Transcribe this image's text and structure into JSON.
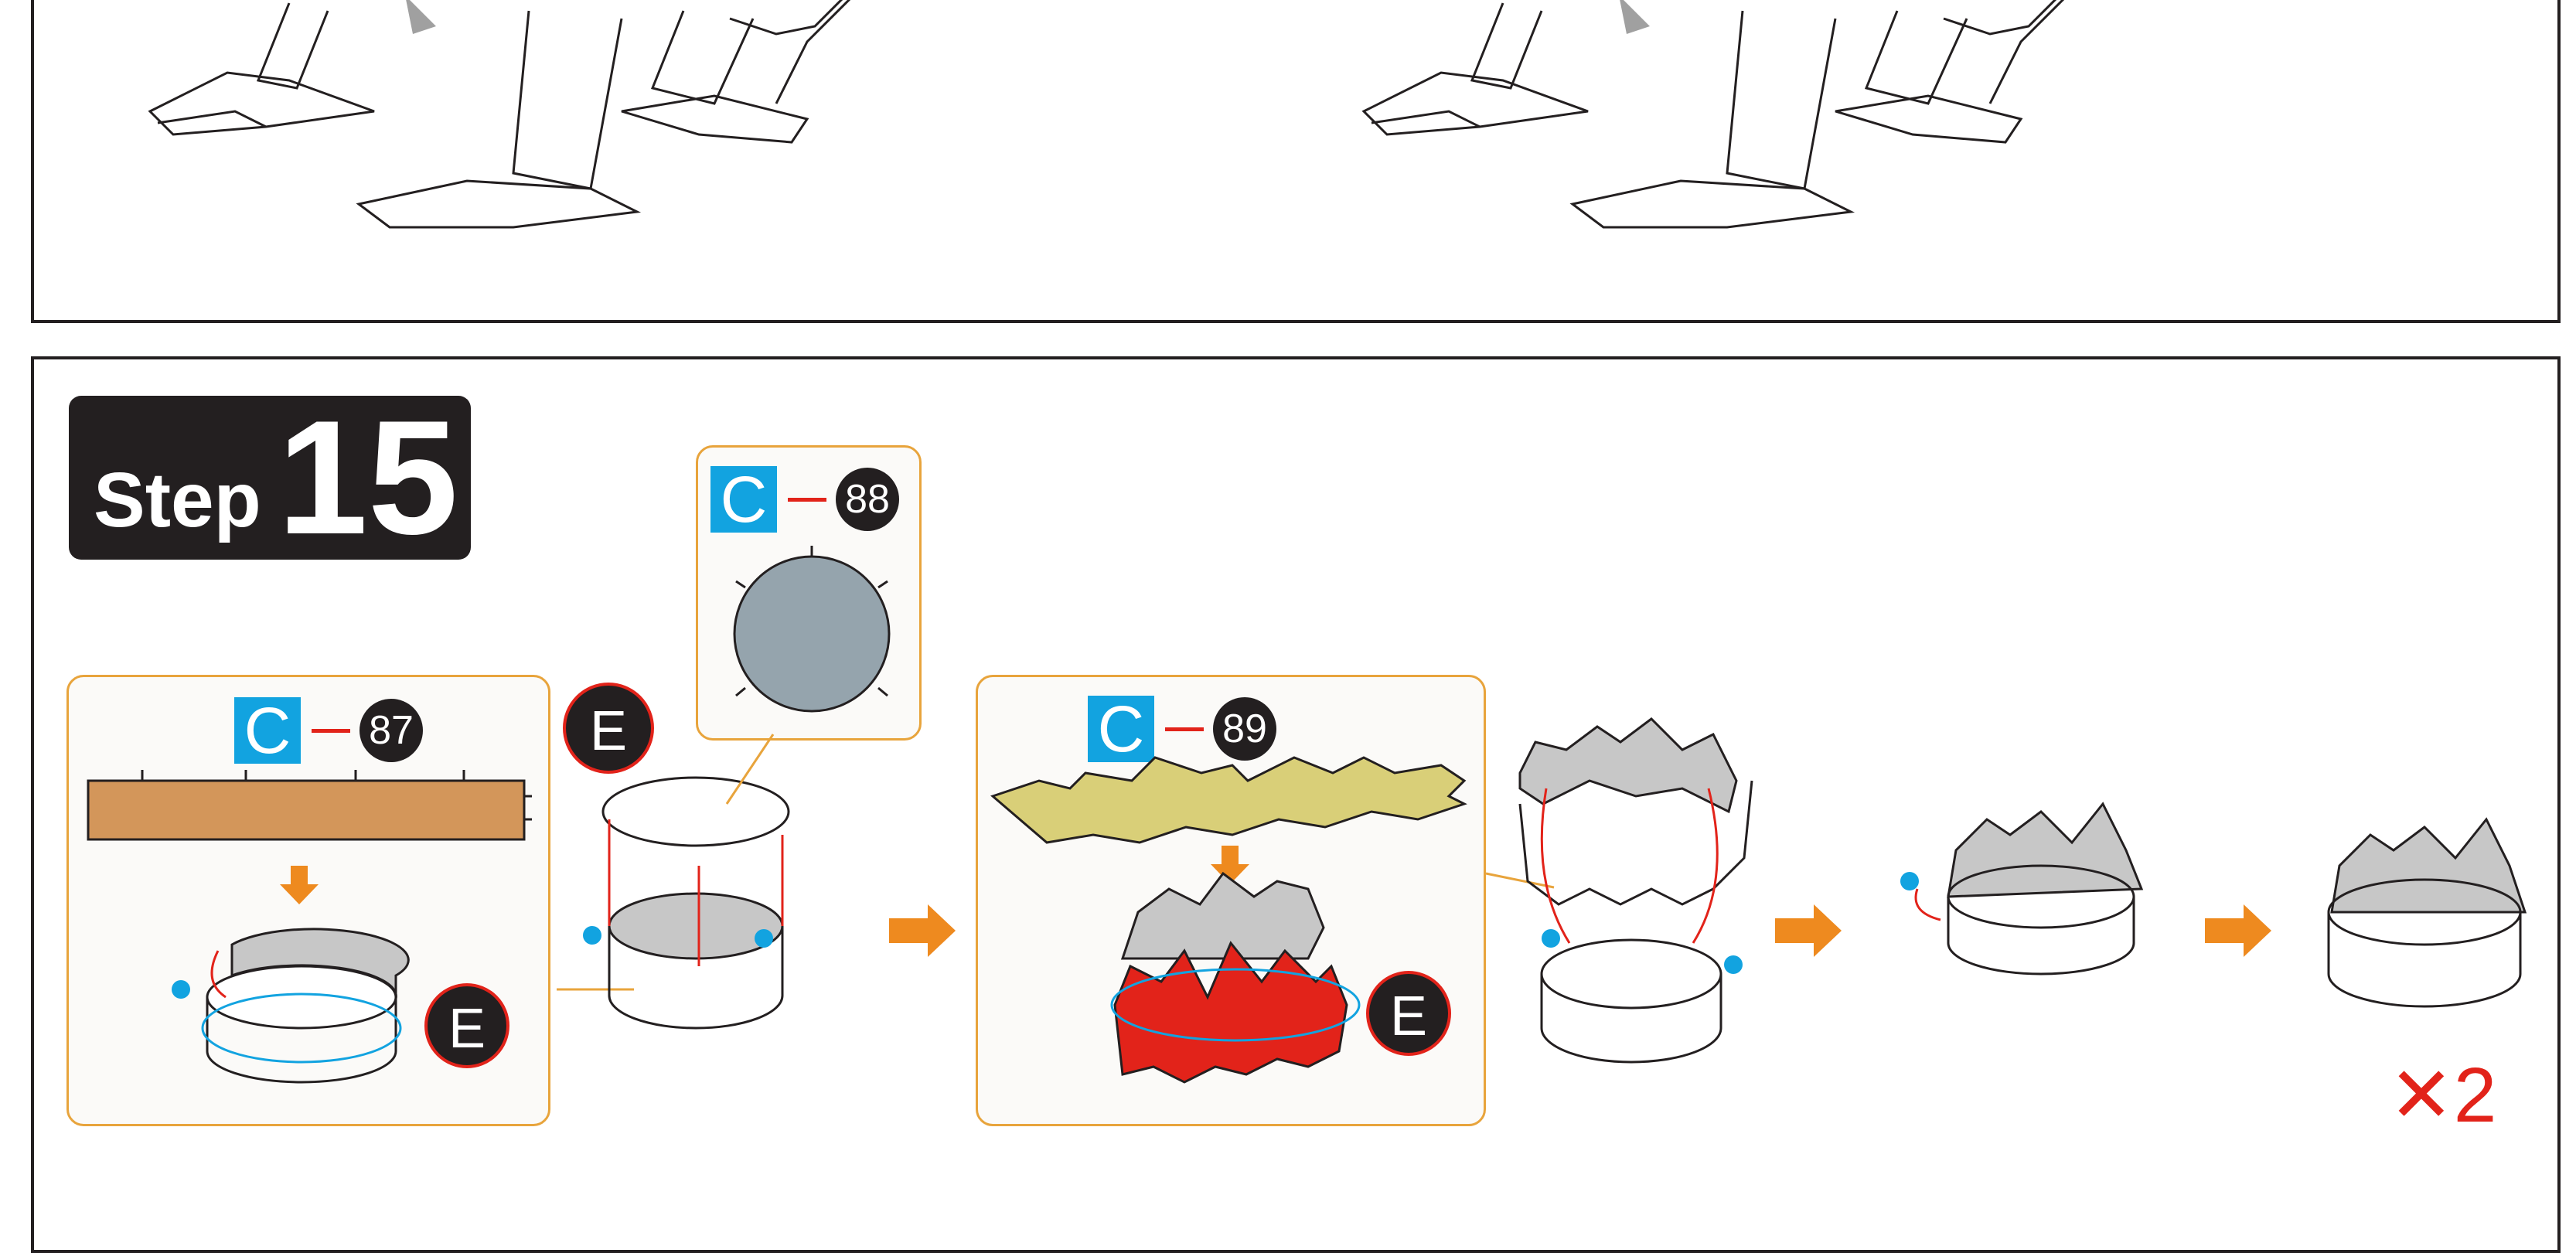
{
  "step": {
    "word": "Step",
    "number": "15"
  },
  "callouts": [
    {
      "letter": "C",
      "number": "87",
      "badge": "E"
    },
    {
      "letter": "C",
      "number": "88"
    },
    {
      "letter": "C",
      "number": "89",
      "badge": "E"
    }
  ],
  "assembly_badge": "E",
  "multiplier": "✕2",
  "colors": {
    "accent_orange": "#ee8a1f",
    "callout_border": "#e8a43c",
    "part_blue": "#12a3e0",
    "red": "#e2231a",
    "dark": "#231f20",
    "wood": "#d3965a",
    "grey_disc": "#95a4ad",
    "yellow_strip": "#d9cf78",
    "grey_part": "#c7c7c7"
  }
}
